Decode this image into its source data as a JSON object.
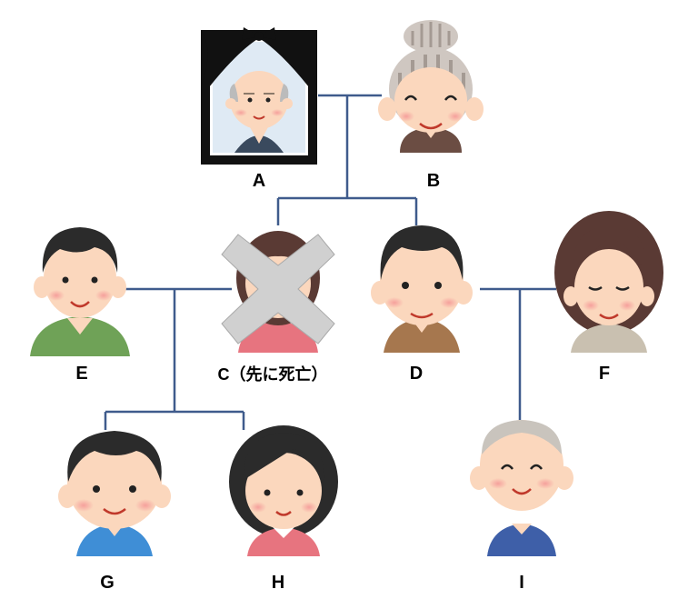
{
  "colors": {
    "connector": "#3f5b8c",
    "skin": "#fbd7bd",
    "cheek": "#f7a4a0",
    "hair_black": "#2b2b2b",
    "hair_brown": "#5a3a34",
    "shirt_green": "#6fa257",
    "shirt_brown": "#a6774e",
    "shirt_blue": "#3f8ed6",
    "shirt_pink": "#e7747f",
    "shirt_navy": "#3e5fa8",
    "shirt_beige": "#c9c0b0",
    "cross_fill": "#d0d0d0"
  },
  "people": [
    {
      "id": "A",
      "label": "A",
      "icon": "grandfather-memorial-portrait-icon",
      "status": "deceased"
    },
    {
      "id": "B",
      "label": "B",
      "icon": "grandmother-icon"
    },
    {
      "id": "C",
      "label": "C（先に死亡）",
      "icon": "woman-crossed-out-icon",
      "status": "deceased-first"
    },
    {
      "id": "D",
      "label": "D",
      "icon": "man-icon"
    },
    {
      "id": "E",
      "label": "E",
      "icon": "man-green-shirt-icon"
    },
    {
      "id": "F",
      "label": "F",
      "icon": "woman-icon"
    },
    {
      "id": "G",
      "label": "G",
      "icon": "boy-icon"
    },
    {
      "id": "H",
      "label": "H",
      "icon": "girl-icon"
    },
    {
      "id": "I",
      "label": "I",
      "icon": "bald-boy-icon"
    }
  ],
  "relations": [
    {
      "type": "spouse",
      "members": [
        "A",
        "B"
      ]
    },
    {
      "type": "children",
      "parents": [
        "A",
        "B"
      ],
      "children": [
        "C",
        "D"
      ]
    },
    {
      "type": "spouse",
      "members": [
        "E",
        "C"
      ]
    },
    {
      "type": "spouse",
      "members": [
        "D",
        "F"
      ]
    },
    {
      "type": "children",
      "parents": [
        "E",
        "C"
      ],
      "children": [
        "G",
        "H"
      ]
    },
    {
      "type": "children",
      "parents": [
        "D",
        "F"
      ],
      "children": [
        "I"
      ]
    }
  ]
}
